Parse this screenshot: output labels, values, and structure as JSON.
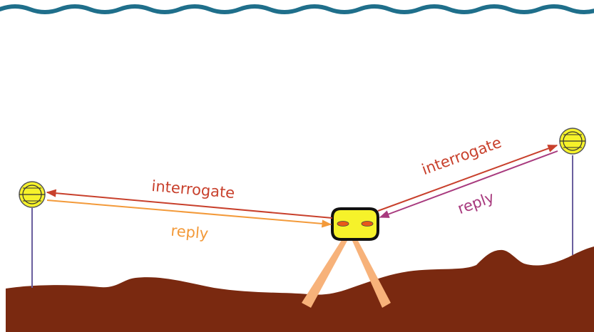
{
  "labels": {
    "left_interrogate": "interrogate",
    "left_reply": "reply",
    "right_interrogate": "interrogate",
    "right_reply": "reply"
  },
  "colors": {
    "water_surface": "#1f6f8b",
    "seafloor": "#7a2910",
    "interrogate": "#c8402c",
    "reply_left": "#f39a3a",
    "reply_right": "#a83a7e",
    "transponder_fill": "#f6f22a",
    "mooring_line": "#6a5f9e",
    "vehicle_fill": "#f6f22a",
    "vehicle_eye": "#e8581a",
    "beam": "#f7b27a"
  },
  "icons": {
    "left_transponder": "buoy-icon",
    "right_transponder": "buoy-icon",
    "vehicle": "auv-icon"
  }
}
